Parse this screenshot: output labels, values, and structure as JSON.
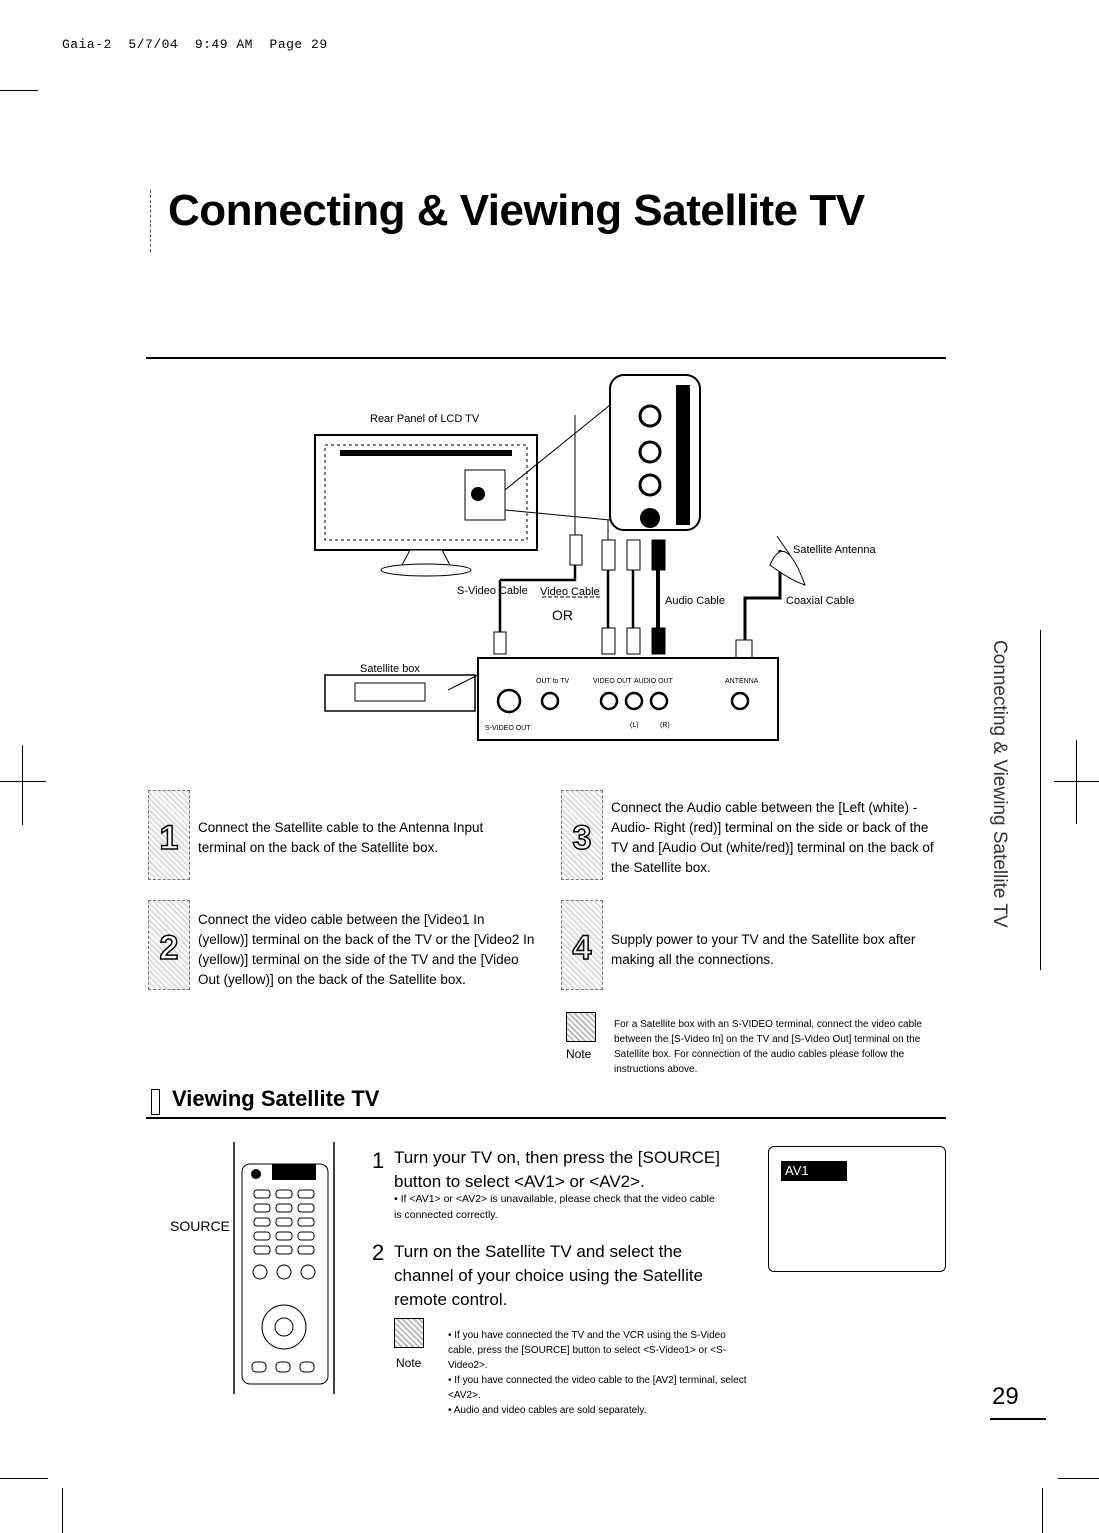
{
  "header": {
    "meta": "Gaia-2  5/7/04  9:49 AM  Page 29"
  },
  "title": "Connecting & Viewing Satellite TV",
  "diagram": {
    "rear_panel": "Rear Panel of LCD TV",
    "satellite_antenna": "Satellite Antenna",
    "svideo_cable": "S-Video Cable",
    "video_cable": "Video Cable",
    "or": "OR",
    "audio_cable": "Audio Cable",
    "coaxial_cable": "Coaxial Cable",
    "satellite_box": "Satellite box",
    "out_to_tv": "OUT to TV",
    "video_out": "VIDEO OUT",
    "audio_out": "AUDIO OUT",
    "antenna": "ANTENNA",
    "svideo_out": "S-VIDEO OUT",
    "l": "(L)",
    "r": "(R)"
  },
  "steps": [
    {
      "num": "1",
      "text": "Connect the Satellite cable to the Antenna Input terminal on the back of the Satellite box."
    },
    {
      "num": "2",
      "text": "Connect the video cable between the [Video1 In (yellow)] terminal on the back of the TV or the [Video2 In (yellow)] terminal on the side of the TV and the [Video Out (yellow)] on the back of the Satellite box."
    },
    {
      "num": "3",
      "text": "Connect the Audio cable between the [Left (white) - Audio- Right (red)] terminal on the side or back of the TV and [Audio Out (white/red)] terminal on the back of the Satellite box."
    },
    {
      "num": "4",
      "text": "Supply power to your TV and the Satellite box after making all the connections."
    }
  ],
  "note1": {
    "label": "Note",
    "text": "For a Satellite box with an S-VIDEO terminal, connect the video cable between the [S-Video In] on the TV and [S-Video Out] terminal on the Satellite box. For connection of the audio cables please follow the instructions above."
  },
  "section": {
    "title": "Viewing Satellite TV"
  },
  "remote": {
    "source_label": "SOURCE"
  },
  "viewing_steps": [
    {
      "num": "1",
      "text": "Turn your TV on, then press the [SOURCE] button to select <AV1> or <AV2>.",
      "sub": "• If <AV1> or <AV2> is unavailable, please check that the video cable is connected correctly."
    },
    {
      "num": "2",
      "text": "Turn on the Satellite TV and select the channel of your choice using the Satellite remote control.",
      "sub": ""
    }
  ],
  "osd": {
    "label": "AV1"
  },
  "note2": {
    "label": "Note",
    "items": [
      "• If you have connected the TV and the VCR using the S-Video cable, press the [SOURCE] button to select <S-Video1> or <S-Video2>.",
      "• If you have connected the video cable to the [AV2] terminal, select <AV2>.",
      "• Audio and video cables are sold separately."
    ]
  },
  "side_tab": "Connecting & Viewing Satellite TV",
  "page_number": "29"
}
